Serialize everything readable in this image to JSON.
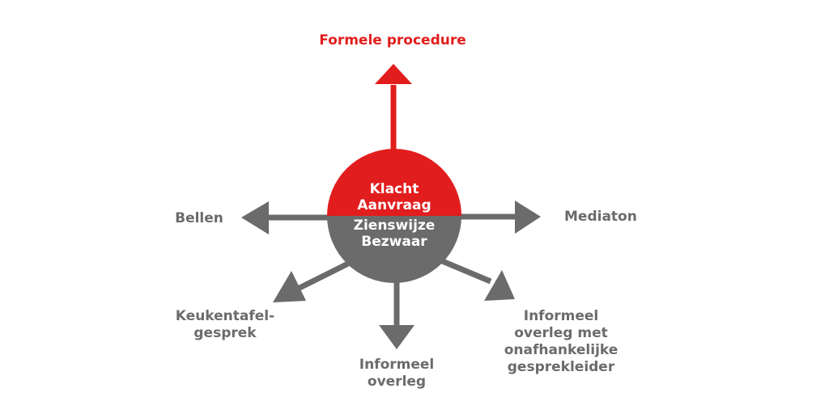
{
  "colors": {
    "accent_red": "#e21d1d",
    "gray": "#6b6b6b",
    "text_on_circle": "#ffffff"
  },
  "center": {
    "top_text": "Klacht\nAanvraag",
    "bottom_text": "Zienswijze\nBezwaar"
  },
  "outcomes": {
    "formal": "Formele procedure",
    "bellen": "Bellen",
    "mediaton": "Mediaton",
    "keukentafel": "Keukentafel-\ngesprek",
    "informeel": "Informeel\noverleg",
    "informeel_onafhankelijk": "Informeel\noverleg met\nonafhankelijke\ngesprekleider"
  }
}
